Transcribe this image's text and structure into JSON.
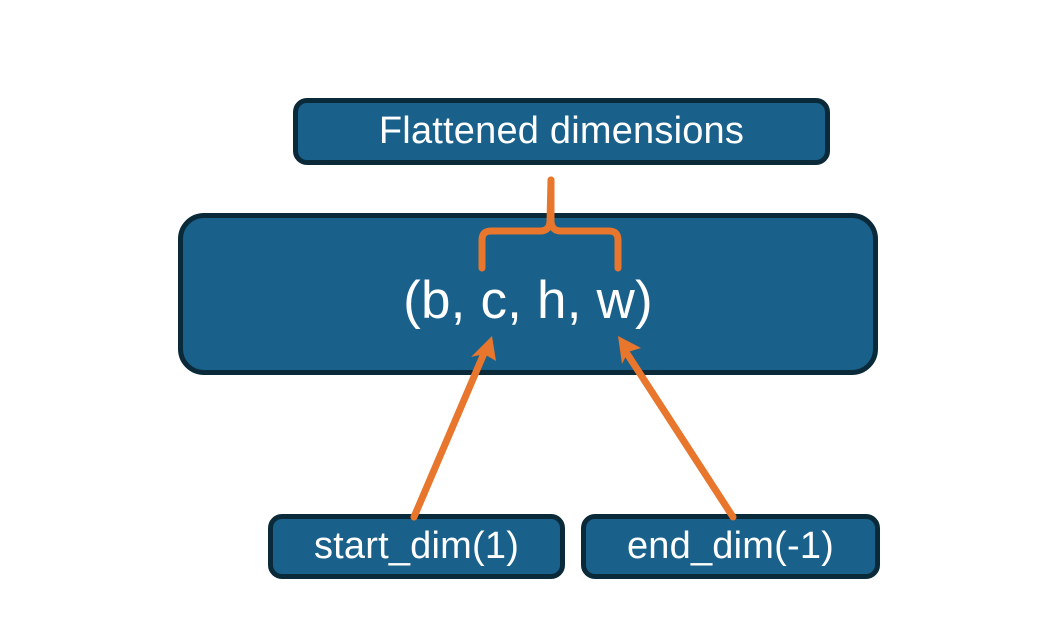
{
  "diagram": {
    "title_node": {
      "label": "Flattened dimensions",
      "name": "flattened-dimensions-box"
    },
    "shape_node": {
      "label": "(b, c, h, w)",
      "name": "tensor-shape-box",
      "dims": [
        "b",
        "c",
        "h",
        "w"
      ]
    },
    "param_nodes": [
      {
        "label": "start_dim(1)",
        "name": "start-dim-box",
        "value": 1
      },
      {
        "label": "end_dim(-1)",
        "name": "end-dim-box",
        "value": -1
      }
    ],
    "annotations": {
      "brace": {
        "name": "flatten-range-brace",
        "spans_dims": [
          "c",
          "h",
          "w"
        ],
        "points_to": "Flattened dimensions"
      },
      "arrows": [
        {
          "name": "start-dim-arrow",
          "from": "start_dim(1)",
          "to_dim": "c"
        },
        {
          "name": "end-dim-arrow",
          "from": "end_dim(-1)",
          "to_dim": "w"
        }
      ]
    },
    "colors": {
      "box_fill": "#19608A",
      "box_border": "#0B2A39",
      "text": "#FFFFFF",
      "annotation": "#E8762C",
      "background": "#FFFFFF"
    }
  }
}
